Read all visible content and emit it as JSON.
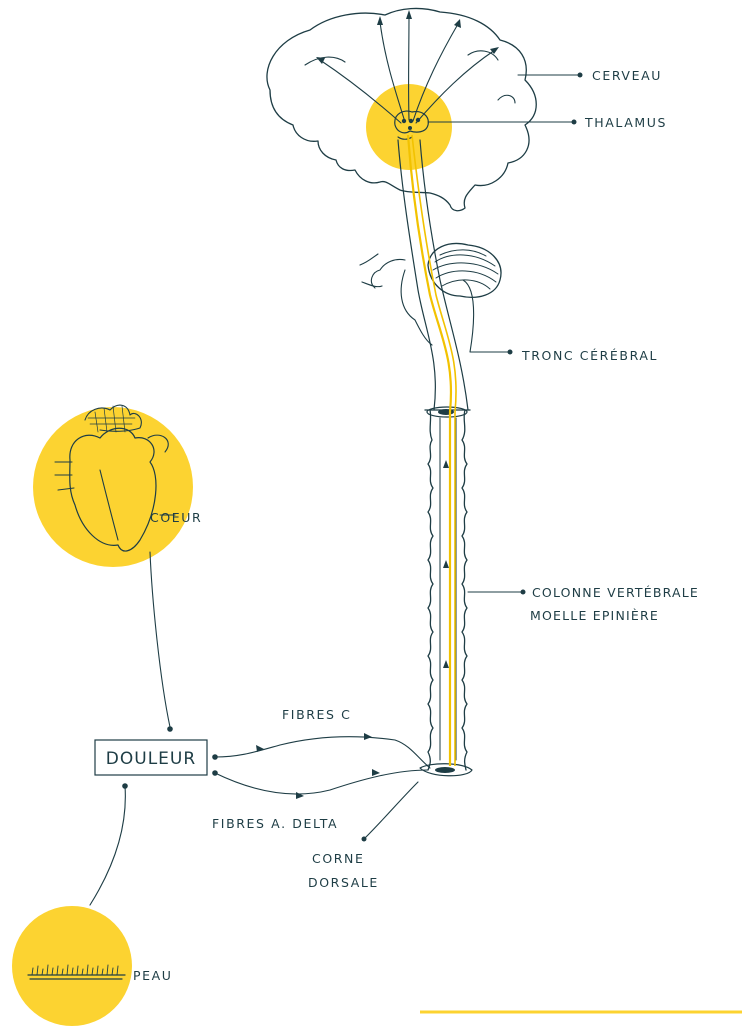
{
  "colors": {
    "ink": "#1e3d45",
    "highlight": "#fcd331",
    "pathway": "#f2c200",
    "background": "#ffffff"
  },
  "labels": {
    "cerveau": "CERVEAU",
    "thalamus": "THALAMUS",
    "tronc_cerebral": "TRONC  CÉRÉBRAL",
    "coeur": "COEUR",
    "colonne_vertebrale": "COLONNE VERTÉBRALE",
    "moelle_epiniere": "MOELLE EPINIÈRE",
    "fibres_c": "FIBRES C",
    "douleur": "DOULEUR",
    "fibres_a_delta": "FIBRES A. DELTA",
    "corne": "CORNE",
    "dorsale": "DORSALE",
    "peau": "PEAU"
  },
  "icons": {
    "brain": "brain-outline",
    "heart": "heart-drawing",
    "skin": "skin-strip",
    "spine": "spinal-column",
    "cerebellum": "cerebellum-drawing"
  }
}
